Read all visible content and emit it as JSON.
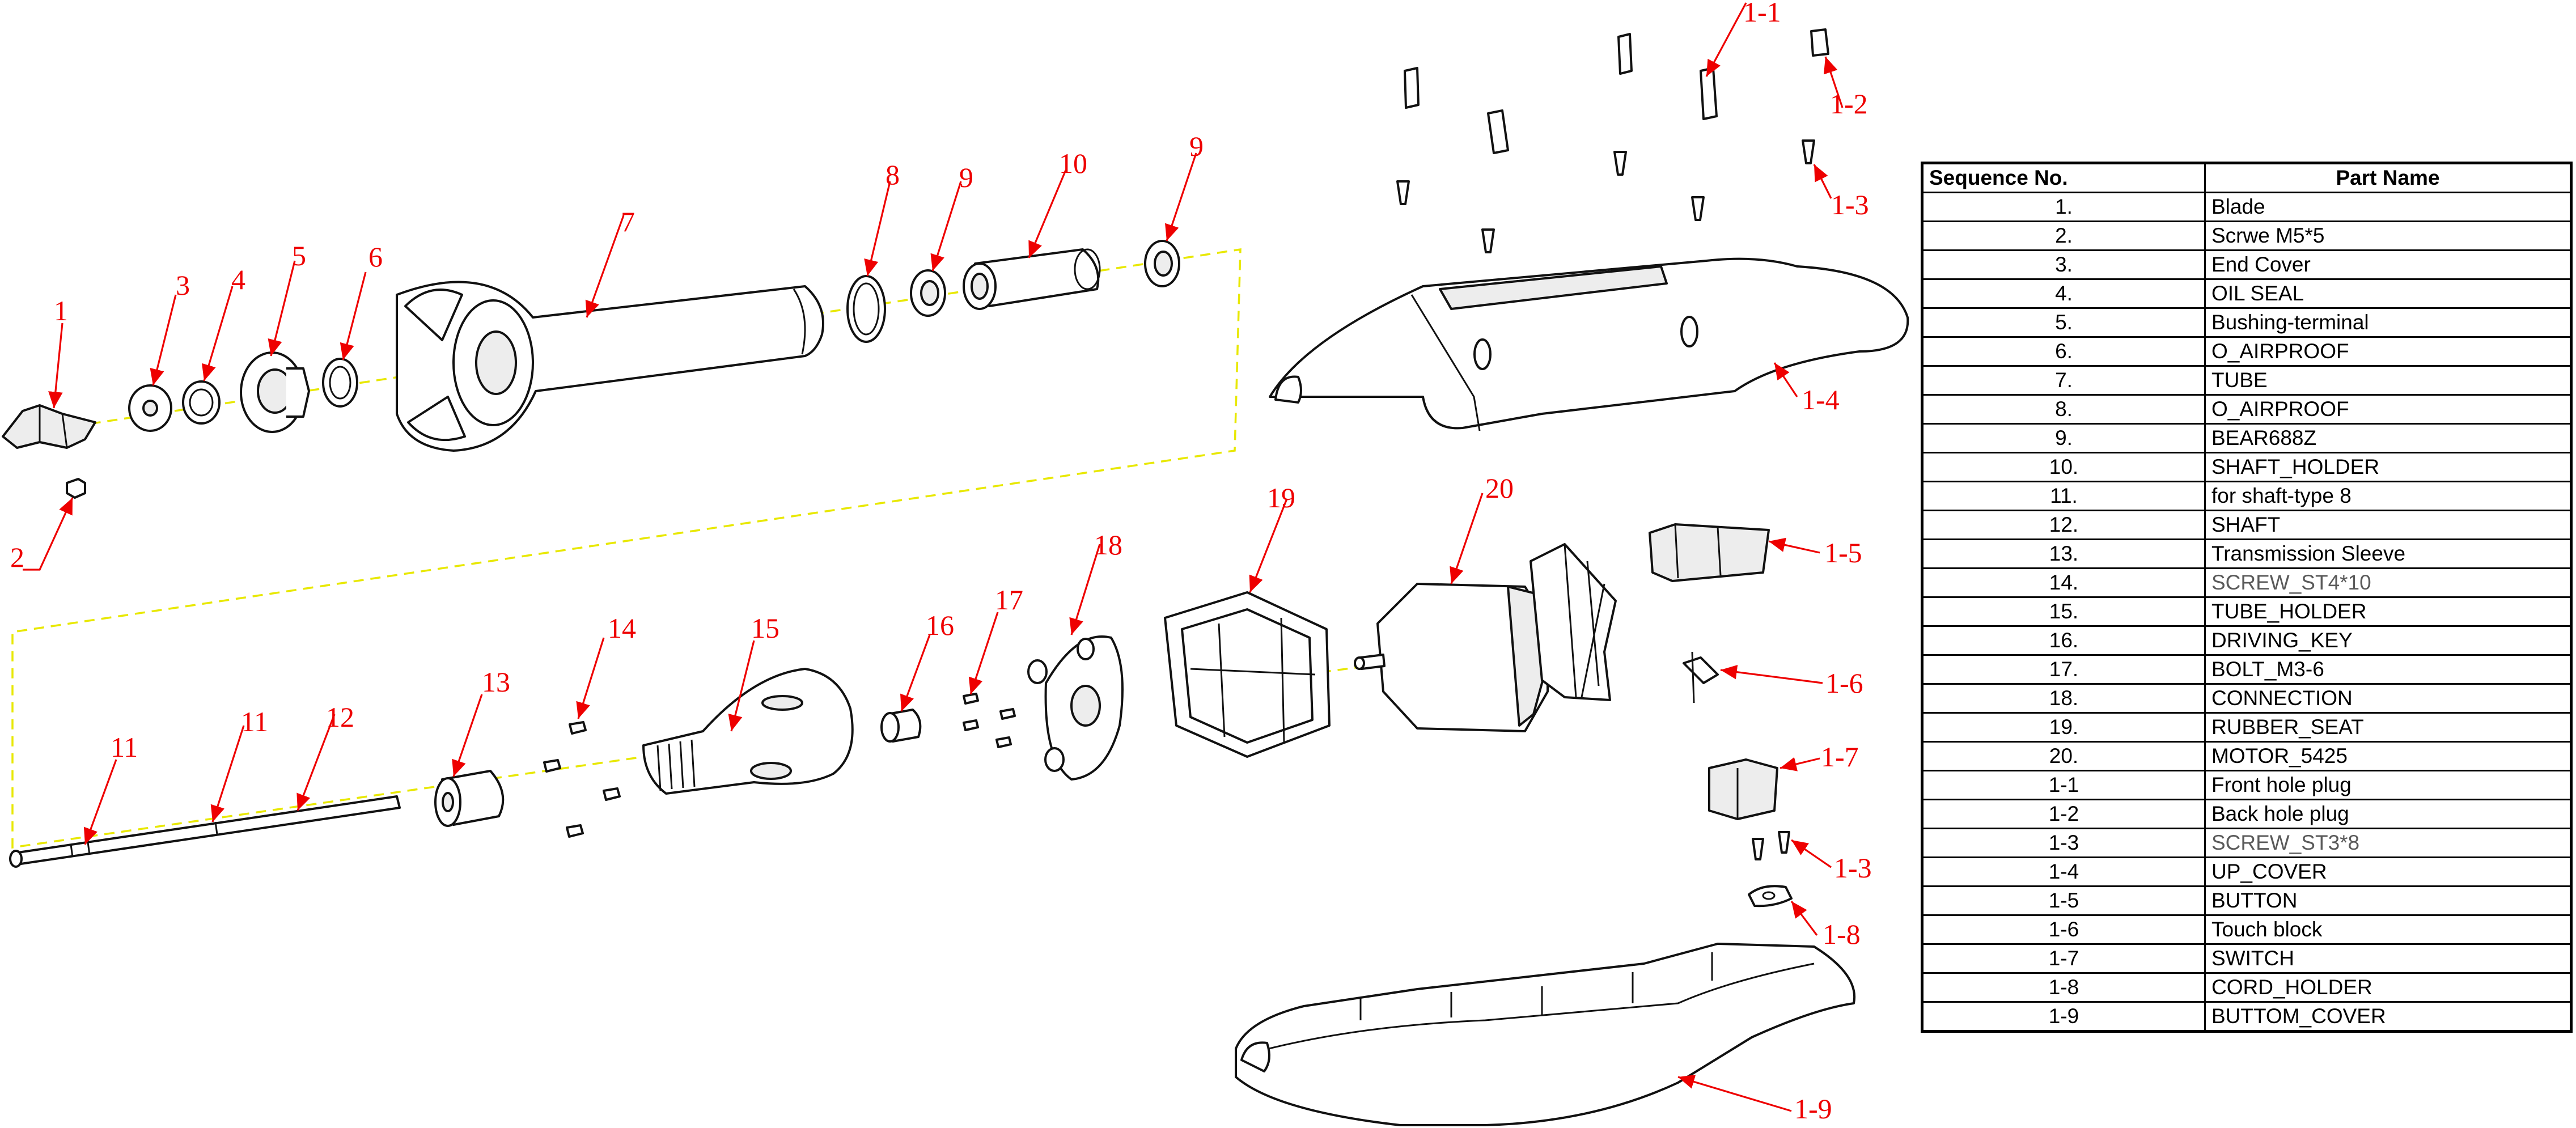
{
  "table": {
    "headers": [
      "Sequence No.",
      "Part Name"
    ],
    "rows": [
      {
        "seq": "1.",
        "name": "Blade"
      },
      {
        "seq": "2.",
        "name": "Scrwe M5*5"
      },
      {
        "seq": "3.",
        "name": "End Cover"
      },
      {
        "seq": "4.",
        "name": "OIL SEAL"
      },
      {
        "seq": "5.",
        "name": "Bushing-terminal"
      },
      {
        "seq": "6.",
        "name": "O_AIRPROOF"
      },
      {
        "seq": "7.",
        "name": "TUBE"
      },
      {
        "seq": "8.",
        "name": "O_AIRPROOF"
      },
      {
        "seq": "9.",
        "name": "BEAR688Z"
      },
      {
        "seq": "10.",
        "name": "SHAFT_HOLDER"
      },
      {
        "seq": "11.",
        "name": "for shaft-type 8"
      },
      {
        "seq": "12.",
        "name": "SHAFT"
      },
      {
        "seq": "13.",
        "name": "Transmission Sleeve"
      },
      {
        "seq": "14.",
        "name": "SCREW_ST4*10",
        "muted": true
      },
      {
        "seq": "15.",
        "name": "TUBE_HOLDER"
      },
      {
        "seq": "16.",
        "name": "DRIVING_KEY"
      },
      {
        "seq": "17.",
        "name": "BOLT_M3-6"
      },
      {
        "seq": "18.",
        "name": "CONNECTION"
      },
      {
        "seq": "19.",
        "name": "RUBBER_SEAT"
      },
      {
        "seq": "20.",
        "name": "MOTOR_5425"
      },
      {
        "seq": "1-1",
        "name": "Front hole plug"
      },
      {
        "seq": "1-2",
        "name": "Back hole plug"
      },
      {
        "seq": "1-3",
        "name": "SCREW_ST3*8",
        "muted": true
      },
      {
        "seq": "1-4",
        "name": "UP_COVER"
      },
      {
        "seq": "1-5",
        "name": "BUTTON"
      },
      {
        "seq": "1-6",
        "name": "Touch block"
      },
      {
        "seq": "1-7",
        "name": "SWITCH"
      },
      {
        "seq": "1-8",
        "name": "CORD_HOLDER"
      },
      {
        "seq": "1-9",
        "name": "BUTTOM_COVER"
      }
    ]
  },
  "callouts": {
    "c1": "1",
    "c2": "2",
    "c3": "3",
    "c4": "4",
    "c5": "5",
    "c6": "6",
    "c7": "7",
    "c8": "8",
    "c9a": "9",
    "c9b": "9",
    "c10": "10",
    "c11a": "11",
    "c11b": "11",
    "c12": "12",
    "c13": "13",
    "c14": "14",
    "c15": "15",
    "c16": "16",
    "c17": "17",
    "c18": "18",
    "c19": "19",
    "c20": "20",
    "c1_1": "1-1",
    "c1_2": "1-2",
    "c1_3a": "1-3",
    "c1_3b": "1-3",
    "c1_4": "1-4",
    "c1_5": "1-5",
    "c1_6": "1-6",
    "c1_7": "1-7",
    "c1_8": "1-8",
    "c1_9": "1-9"
  },
  "colors": {
    "callout": "#ee0000",
    "assembly_axis": "#e8e800",
    "line_art": "#111111"
  }
}
